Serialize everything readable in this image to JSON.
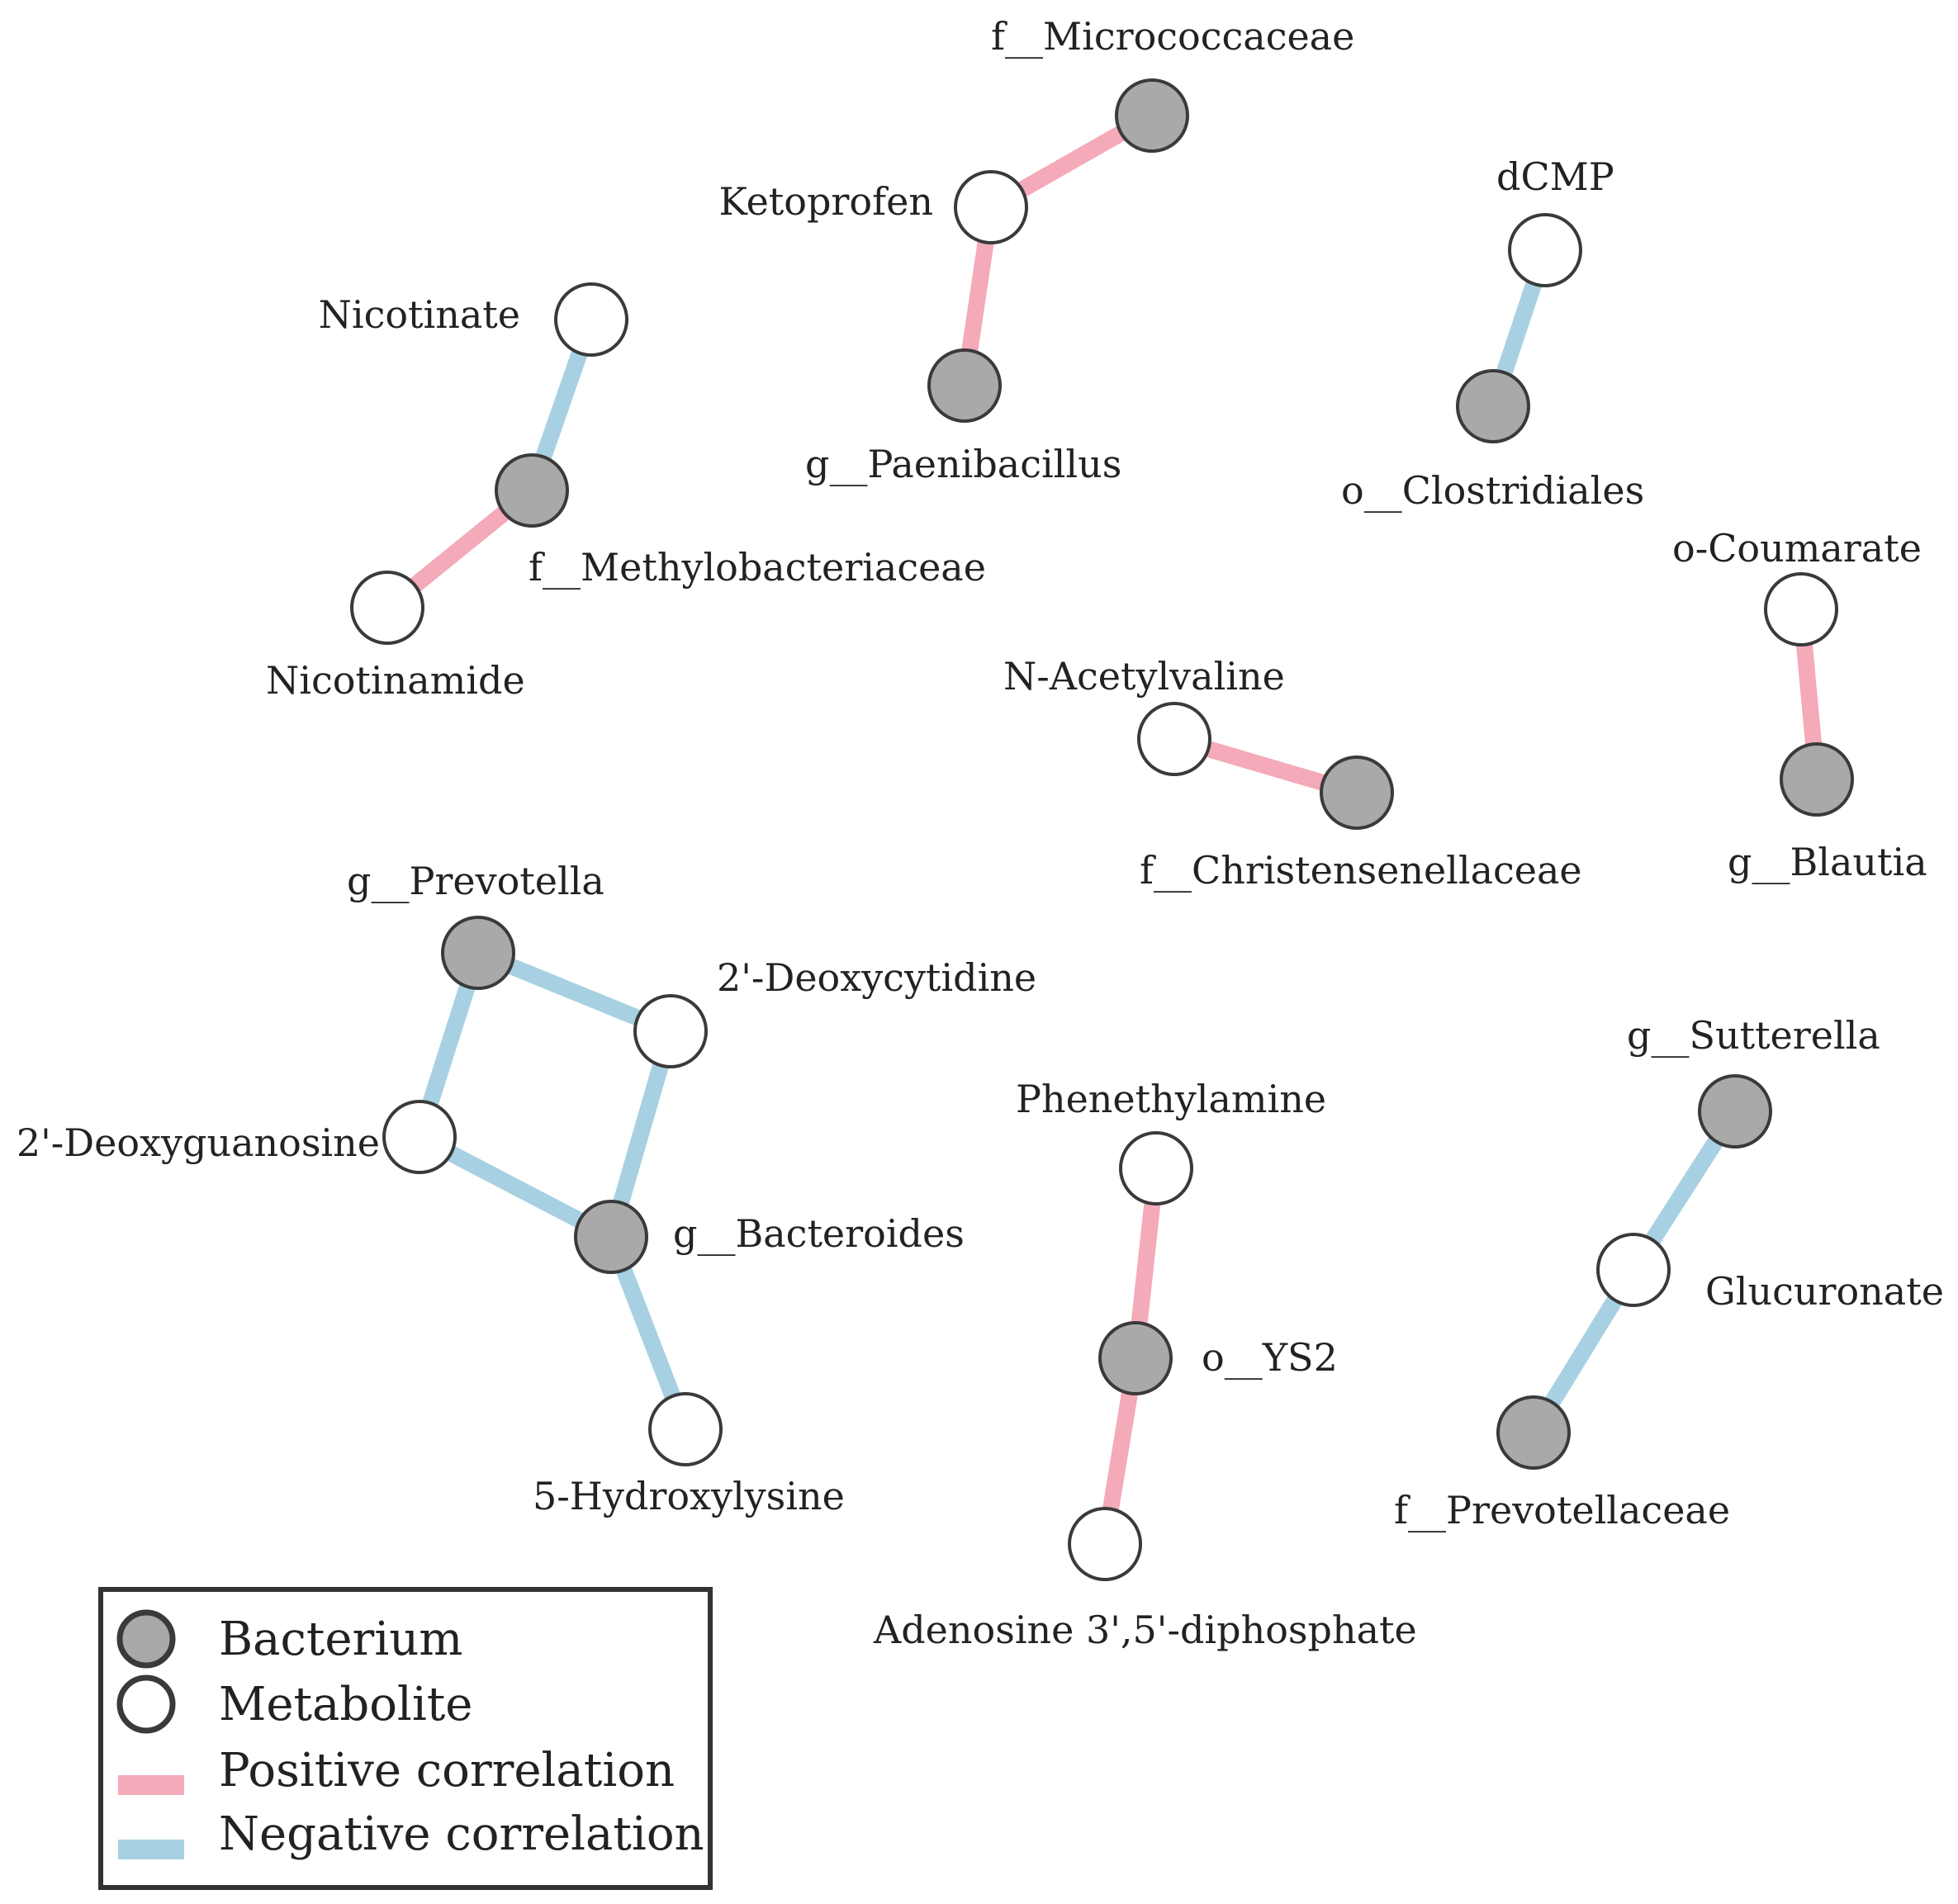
{
  "colors": {
    "bacterium_fill": "#a9a9a9",
    "metabolite_fill": "#ffffff",
    "node_stroke": "#3a3a3a",
    "positive": "#f4aab8",
    "negative": "#a7d1e2",
    "legend_border": "#333333"
  },
  "nodes": [
    {
      "id": "micrococcaceae",
      "label": "f__Micrococcaceae",
      "kind": "bacterium"
    },
    {
      "id": "ketoprofen",
      "label": "Ketoprofen",
      "kind": "metabolite"
    },
    {
      "id": "paenibacillus",
      "label": "g__Paenibacillus",
      "kind": "bacterium"
    },
    {
      "id": "dcmp",
      "label": "dCMP",
      "kind": "metabolite"
    },
    {
      "id": "clostridiales",
      "label": "o__Clostridiales",
      "kind": "bacterium"
    },
    {
      "id": "nicotinate",
      "label": "Nicotinate",
      "kind": "metabolite"
    },
    {
      "id": "methylobacteriaceae",
      "label": "f__Methylobacteriaceae",
      "kind": "bacterium"
    },
    {
      "id": "nicotinamide",
      "label": "Nicotinamide",
      "kind": "metabolite"
    },
    {
      "id": "ocoumarate",
      "label": "o-Coumarate",
      "kind": "metabolite"
    },
    {
      "id": "blautia",
      "label": "g__Blautia",
      "kind": "bacterium"
    },
    {
      "id": "nacetylvaline",
      "label": "N-Acetylvaline",
      "kind": "metabolite"
    },
    {
      "id": "christensenellaceae",
      "label": "f__Christensenellaceae",
      "kind": "bacterium"
    },
    {
      "id": "prevotella",
      "label": "g__Prevotella",
      "kind": "bacterium"
    },
    {
      "id": "deoxycytidine",
      "label": "2'-Deoxycytidine",
      "kind": "metabolite"
    },
    {
      "id": "deoxyguanosine",
      "label": "2'-Deoxyguanosine",
      "kind": "metabolite"
    },
    {
      "id": "bacteroides",
      "label": "g__Bacteroides",
      "kind": "bacterium"
    },
    {
      "id": "hydroxylysine",
      "label": "5-Hydroxylysine",
      "kind": "metabolite"
    },
    {
      "id": "phenethylamine",
      "label": "Phenethylamine",
      "kind": "metabolite"
    },
    {
      "id": "ys2",
      "label": "o__YS2",
      "kind": "bacterium"
    },
    {
      "id": "adenosine",
      "label": "Adenosine 3',5'-diphosphate",
      "kind": "metabolite"
    },
    {
      "id": "sutterella",
      "label": "g__Sutterella",
      "kind": "bacterium"
    },
    {
      "id": "glucuronate",
      "label": "Glucuronate",
      "kind": "metabolite"
    },
    {
      "id": "prevotellaceae",
      "label": "f__Prevotellaceae",
      "kind": "bacterium"
    }
  ],
  "edges": [
    {
      "source": "ketoprofen",
      "target": "micrococcaceae",
      "correlation": "positive"
    },
    {
      "source": "ketoprofen",
      "target": "paenibacillus",
      "correlation": "positive"
    },
    {
      "source": "dcmp",
      "target": "clostridiales",
      "correlation": "negative"
    },
    {
      "source": "nicotinate",
      "target": "methylobacteriaceae",
      "correlation": "negative"
    },
    {
      "source": "methylobacteriaceae",
      "target": "nicotinamide",
      "correlation": "positive"
    },
    {
      "source": "ocoumarate",
      "target": "blautia",
      "correlation": "positive"
    },
    {
      "source": "nacetylvaline",
      "target": "christensenellaceae",
      "correlation": "positive"
    },
    {
      "source": "prevotella",
      "target": "deoxycytidine",
      "correlation": "negative"
    },
    {
      "source": "prevotella",
      "target": "deoxyguanosine",
      "correlation": "negative"
    },
    {
      "source": "deoxycytidine",
      "target": "bacteroides",
      "correlation": "negative"
    },
    {
      "source": "deoxyguanosine",
      "target": "bacteroides",
      "correlation": "negative"
    },
    {
      "source": "bacteroides",
      "target": "hydroxylysine",
      "correlation": "negative"
    },
    {
      "source": "phenethylamine",
      "target": "ys2",
      "correlation": "positive"
    },
    {
      "source": "ys2",
      "target": "adenosine",
      "correlation": "positive"
    },
    {
      "source": "sutterella",
      "target": "glucuronate",
      "correlation": "negative"
    },
    {
      "source": "glucuronate",
      "target": "prevotellaceae",
      "correlation": "negative"
    }
  ],
  "legend": {
    "bacterium": "Bacterium",
    "metabolite": "Metabolite",
    "positive": "Positive correlation",
    "negative": "Negative correlation"
  }
}
